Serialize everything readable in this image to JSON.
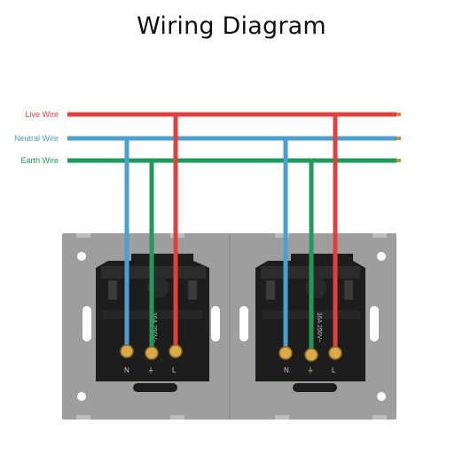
{
  "title": "Wiring Diagram",
  "wires": {
    "live": {
      "label": "Live Wire",
      "color": "#e2403f"
    },
    "neutral": {
      "label": "Neutral Wire",
      "color": "#4e9fd0"
    },
    "earth": {
      "label": "Earth Wire",
      "color": "#1f9a58"
    }
  },
  "plate": {
    "color": "#9e9e9e",
    "screw_color": "#ffffff"
  },
  "sockets": [
    {
      "terminals": [
        "N",
        "⏚",
        "L"
      ],
      "rating": "16A 250V~"
    },
    {
      "terminals": [
        "N",
        "⏚",
        "L"
      ],
      "rating": "16A 250V~"
    }
  ]
}
